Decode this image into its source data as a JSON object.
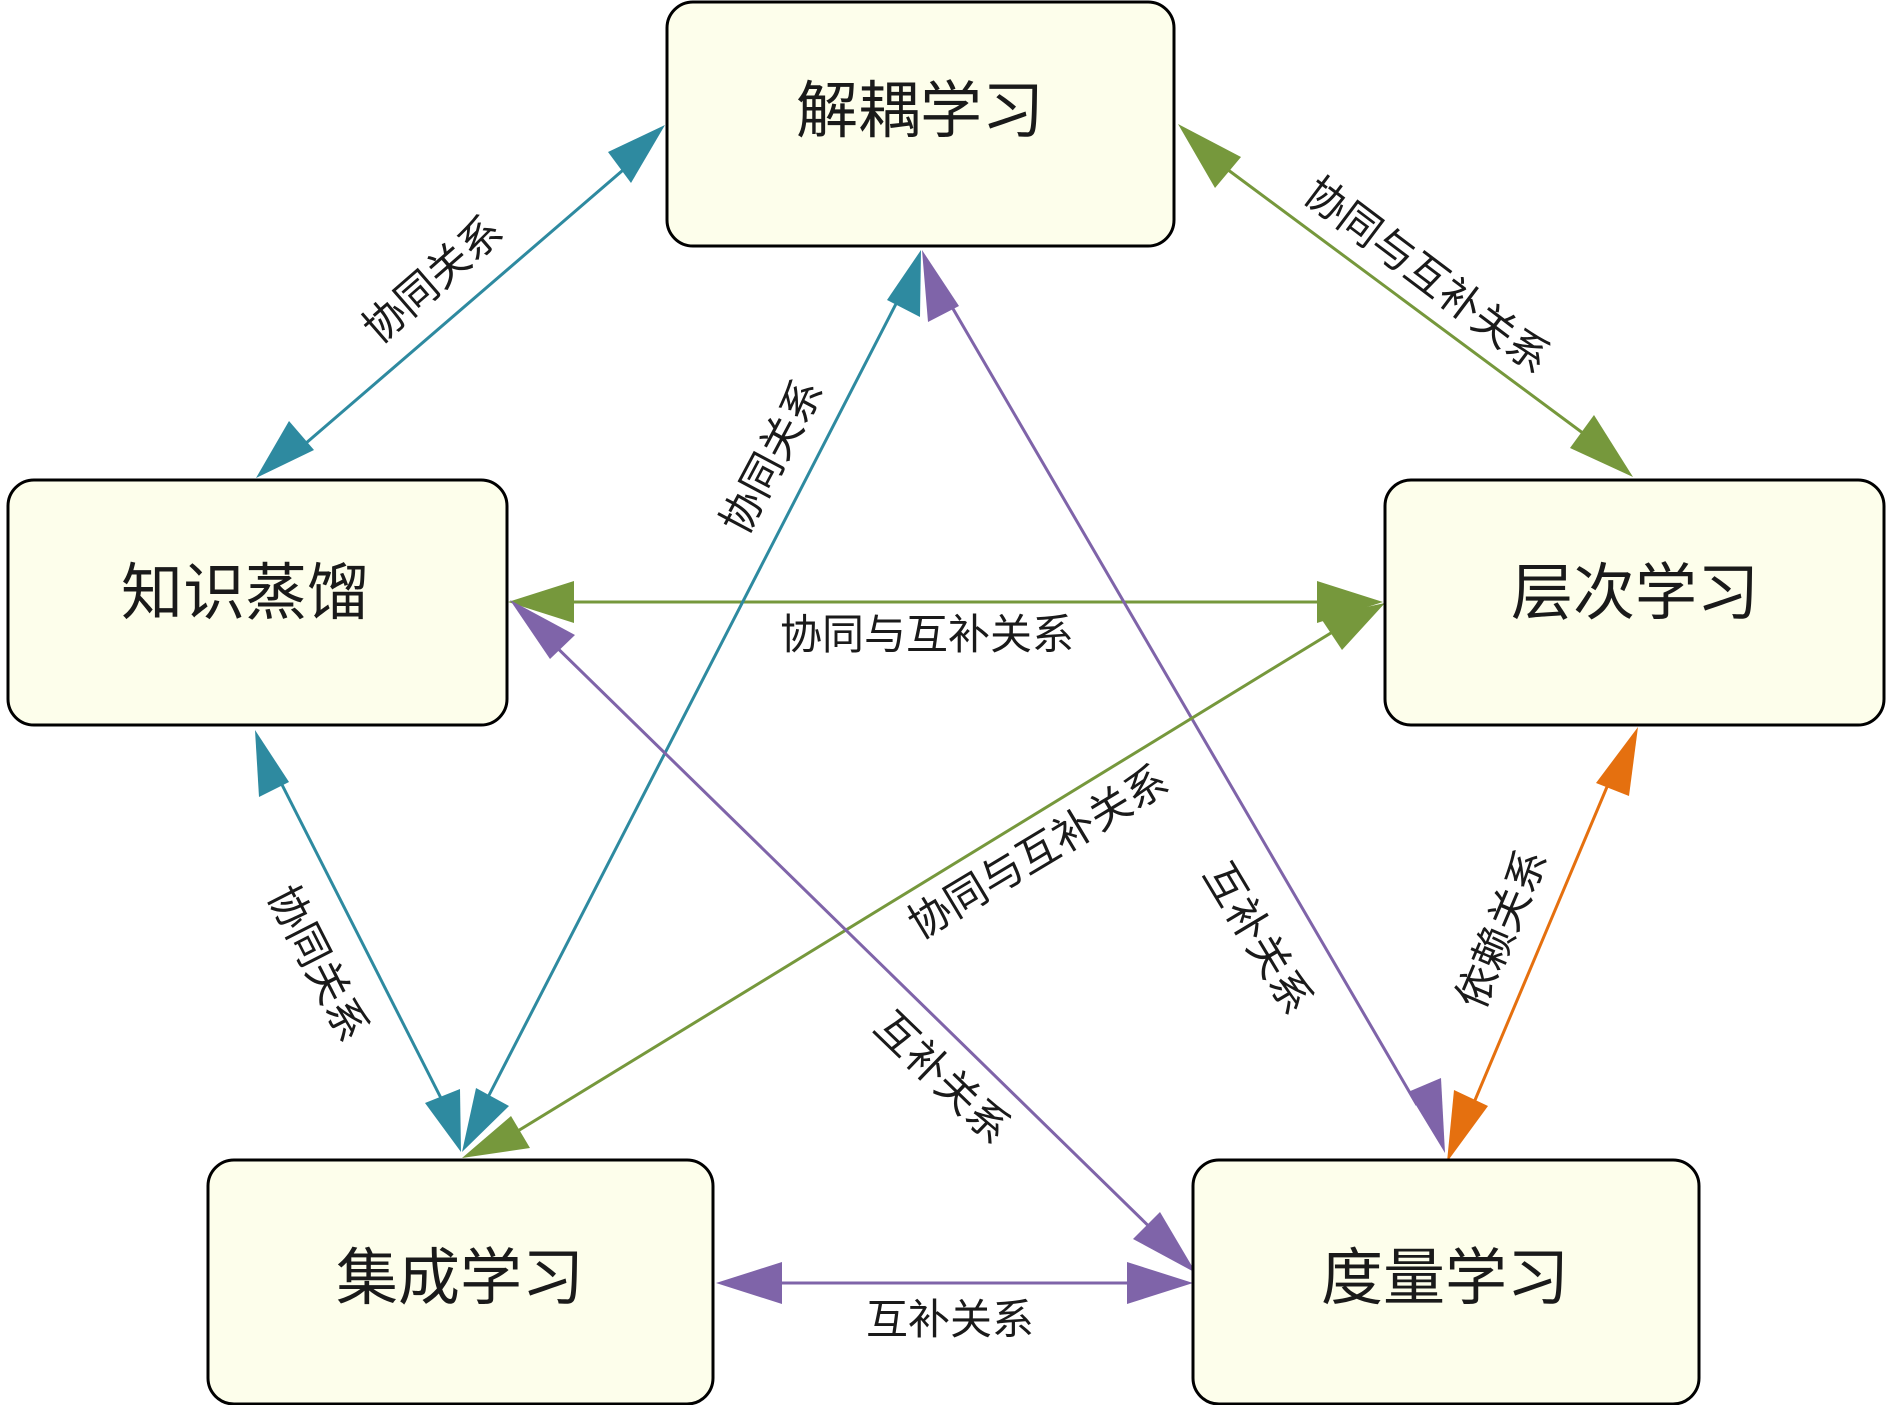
{
  "colors": {
    "teal": "#2e8aa0",
    "olive": "#76983c",
    "purple": "#7f64a9",
    "orange": "#e5700f",
    "node_fill": "#fdfeeb",
    "node_border": "#000000"
  },
  "nodes": {
    "decoupled": "解耦学习",
    "distill": "知识蒸馏",
    "hierarchical": "层次学习",
    "ensemble": "集成学习",
    "metric": "度量学习"
  },
  "edges": [
    {
      "from": "distill",
      "to": "decoupled",
      "label": "协同关系",
      "color": "teal"
    },
    {
      "from": "decoupled",
      "to": "hierarchical",
      "label": "协同与互补关系",
      "color": "olive"
    },
    {
      "from": "distill",
      "to": "hierarchical",
      "label": "协同与互补关系",
      "color": "olive"
    },
    {
      "from": "ensemble",
      "to": "decoupled",
      "label": "协同关系",
      "color": "teal"
    },
    {
      "from": "decoupled",
      "to": "metric",
      "label": "互补关系",
      "color": "purple"
    },
    {
      "from": "distill",
      "to": "ensemble",
      "label": "协同关系",
      "color": "teal"
    },
    {
      "from": "ensemble",
      "to": "hierarchical",
      "label": "协同与互补关系",
      "color": "olive"
    },
    {
      "from": "distill",
      "to": "metric",
      "label": "互补关系",
      "color": "purple"
    },
    {
      "from": "hierarchical",
      "to": "metric",
      "label": "依赖关系",
      "color": "orange"
    },
    {
      "from": "ensemble",
      "to": "metric",
      "label": "互补关系",
      "color": "purple"
    }
  ]
}
